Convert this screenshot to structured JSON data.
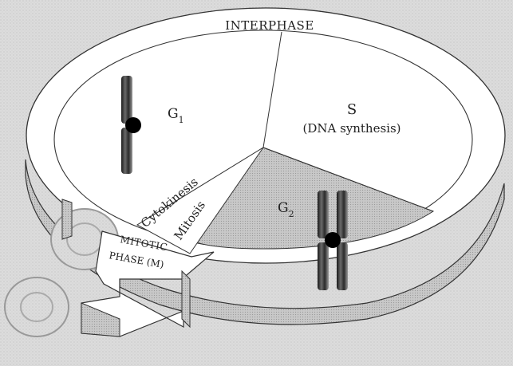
{
  "diagram": {
    "ring_label": "INTERPHASE",
    "phases": {
      "g1": {
        "label": "G",
        "sub": "1"
      },
      "s": {
        "label": "S",
        "detail": "(DNA synthesis)"
      },
      "g2": {
        "label": "G",
        "sub": "2"
      }
    },
    "mitotic": {
      "line1": "MITOTIC",
      "line2": "PHASE (M)",
      "cytokinesis": "Cytokinesis",
      "mitosis": "Mitosis"
    }
  },
  "colors": {
    "background": "#d9d9d9",
    "disc_face": "#ffffff",
    "ring_side": "#bdbdbd",
    "g2_fill": "#d0d0d0",
    "chromosome": "#4a4a4a",
    "centromere": "#000000"
  }
}
